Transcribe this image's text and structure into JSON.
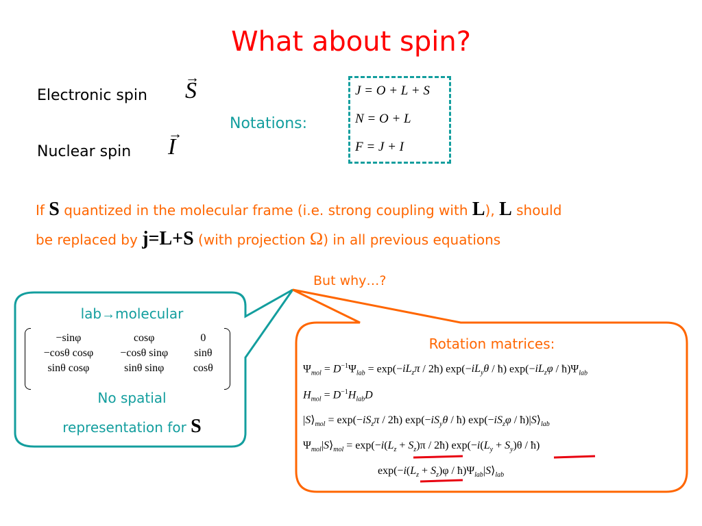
{
  "title": "What about spin?",
  "electronic_spin": {
    "label": "Electronic spin",
    "symbol": "S"
  },
  "nuclear_spin": {
    "label": "Nuclear spin",
    "symbol": "I"
  },
  "notations": {
    "label": "Notations:",
    "equations": [
      "J = O + L + S",
      "N = O + L",
      "F = J + I"
    ]
  },
  "paragraph": {
    "p1": "If ",
    "S": "S",
    "p2": " quantized in the molecular frame (i.e. strong coupling with ",
    "L1": "L",
    "p3": "), ",
    "L2": "L",
    "p4": " should",
    "p5": "be replaced by ",
    "jLS": "j=L+S",
    "p6": " (with projection ",
    "Omega": "Ω",
    "p7": ") in all previous equations"
  },
  "but_why": "But why…?",
  "left_box": {
    "heading_a": "lab",
    "arrow": "→",
    "heading_b": "molecular",
    "matrix": [
      [
        "−sinφ",
        "cosφ",
        "0"
      ],
      [
        "−cosθ cosφ",
        "−cosθ sinφ",
        "sinθ"
      ],
      [
        "sinθ cosφ",
        "sinθ sinφ",
        "cosθ"
      ]
    ],
    "caption_1": "No spatial",
    "caption_2": "representation for ",
    "caption_bold": "S"
  },
  "right_box": {
    "heading": "Rotation matrices:"
  },
  "colors": {
    "title": "#ff0000",
    "orange": "#ff6600",
    "teal": "#139e9e",
    "underline": "#e8000f"
  }
}
